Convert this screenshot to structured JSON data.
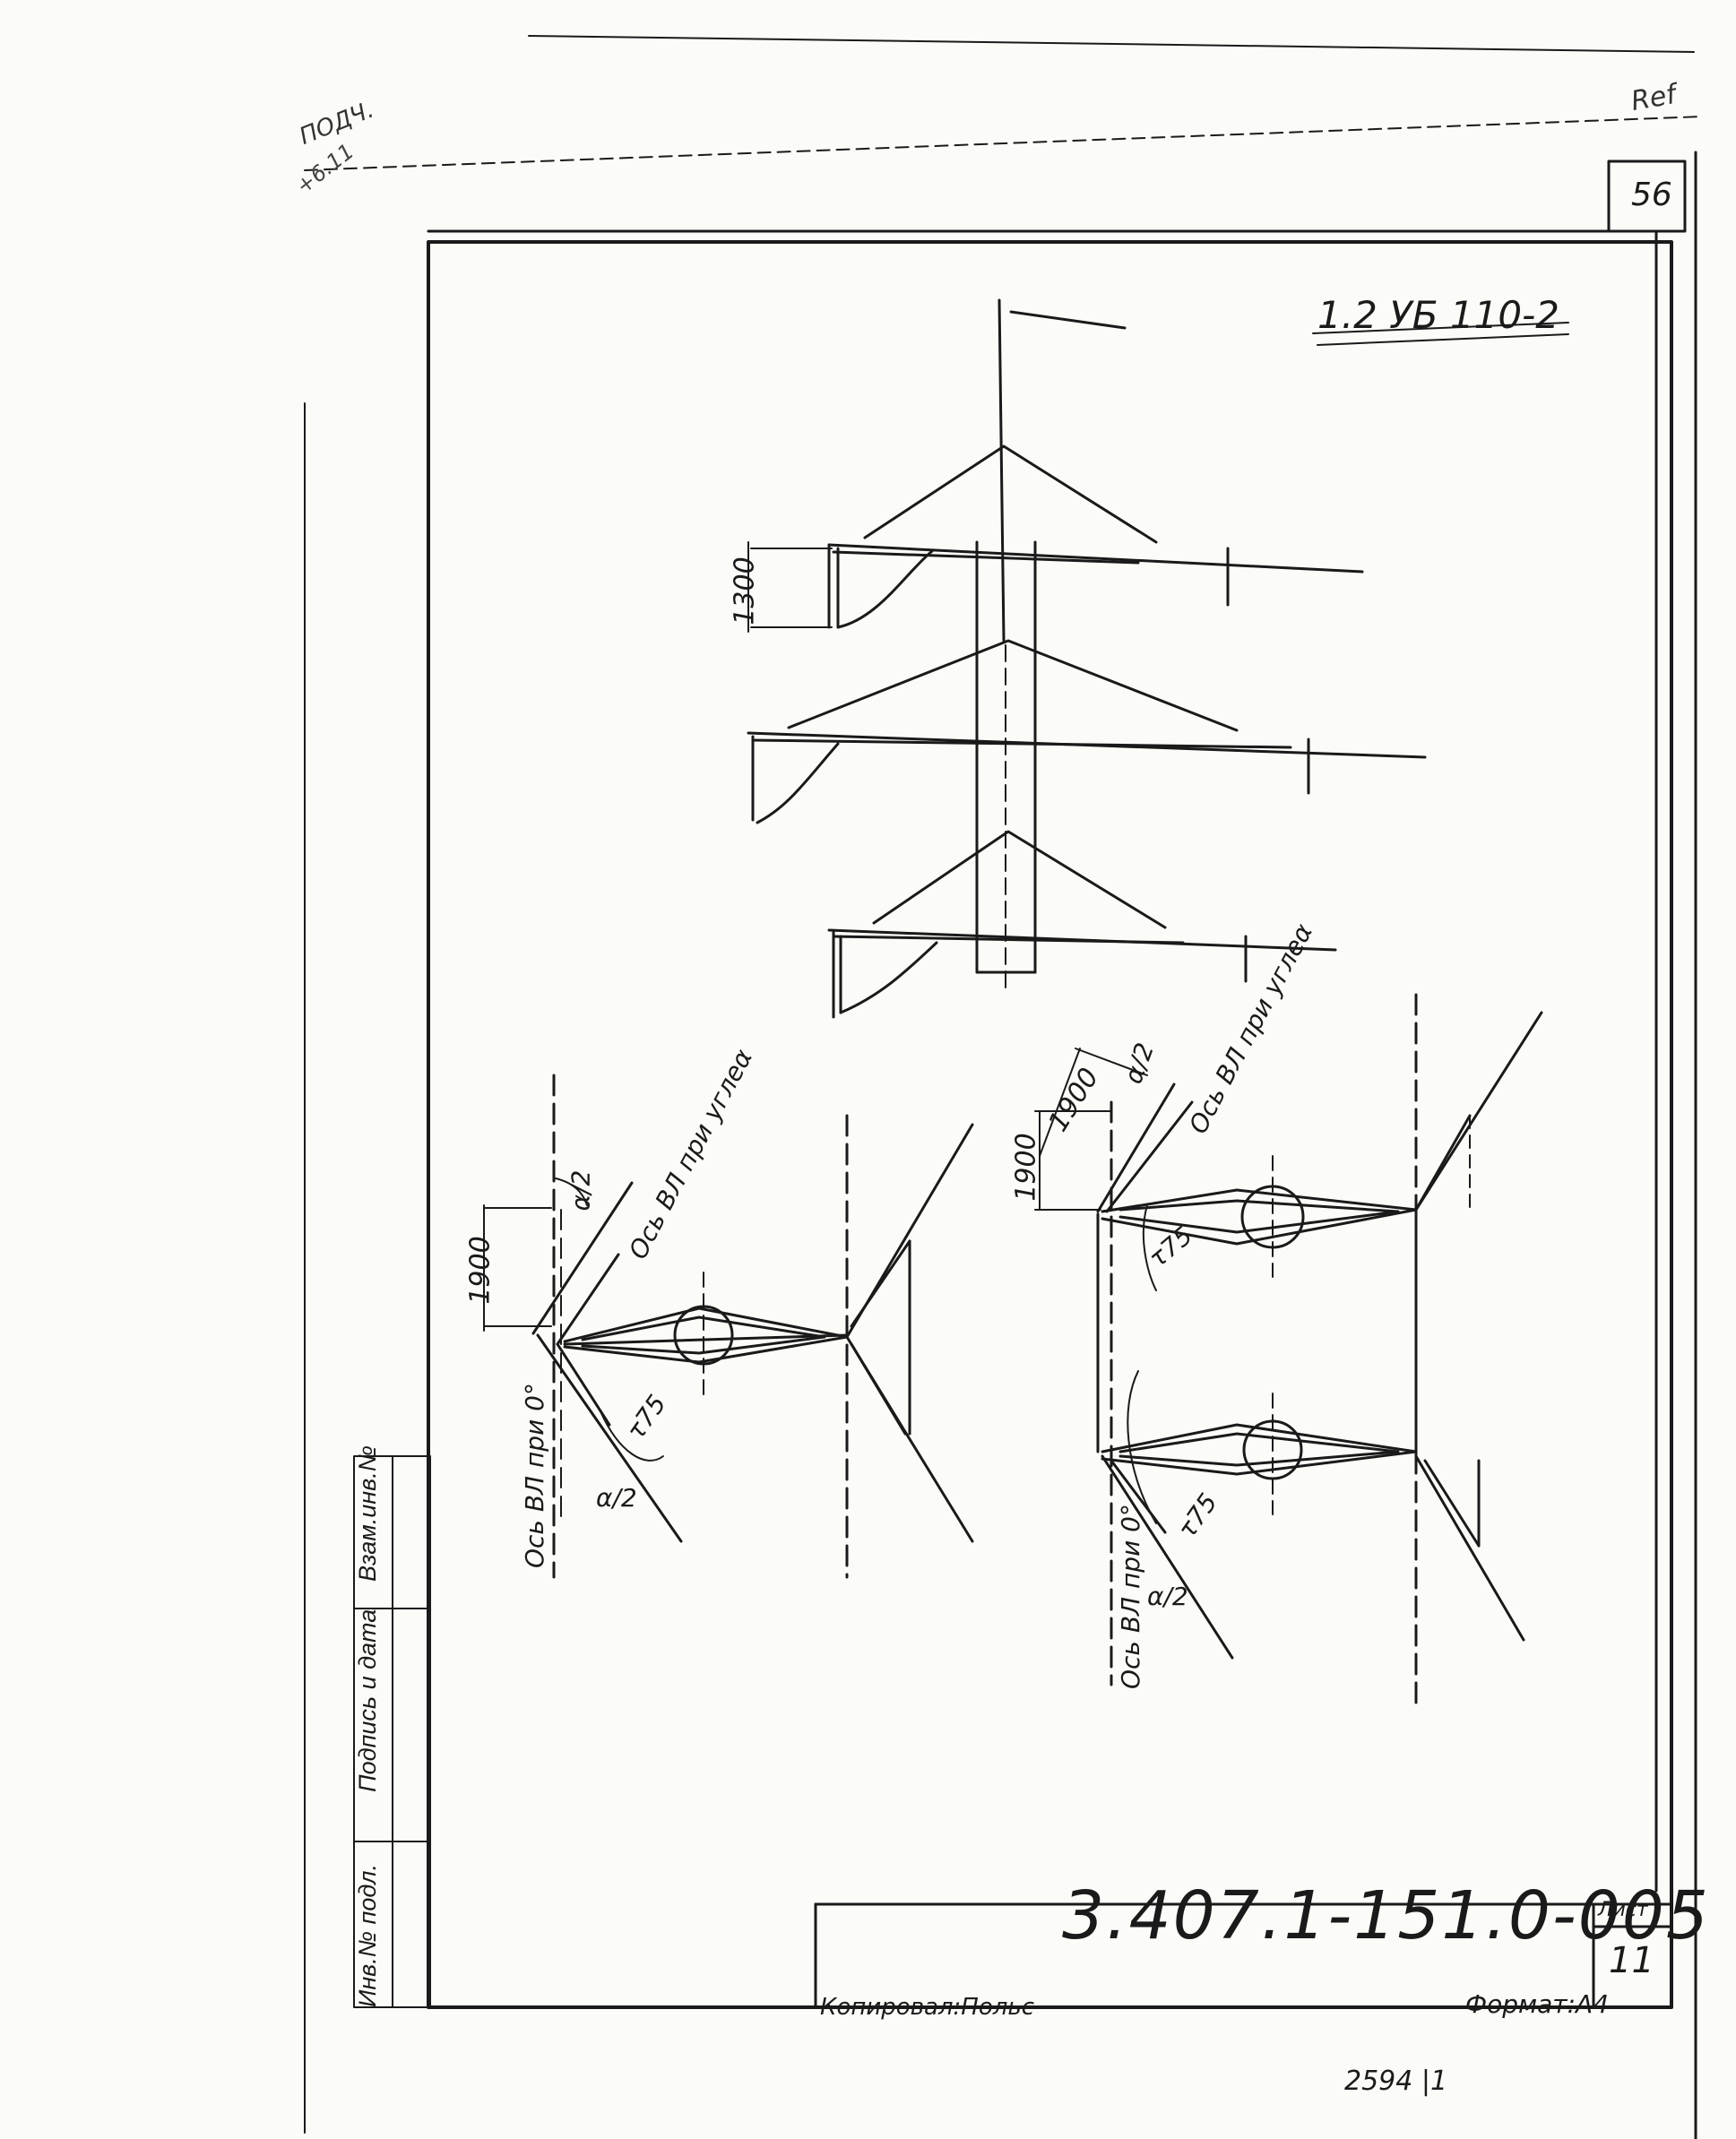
{
  "stamp": {
    "text": "ПОДЧ.",
    "text2": "+6.11",
    "ref": "Ref"
  },
  "header": {
    "page_number": "56",
    "drawing_code": "1.2 УБ 110-2"
  },
  "dimensions": {
    "dim_1300": "1300",
    "dim_1900": "1900"
  },
  "labels": {
    "axis_at_angle": "Ось ВЛ при углеα",
    "axis_at_zero": "Ось ВЛ при 0°",
    "half_angle": "α/2",
    "half_angle_top": "α/2",
    "tau": "τ75"
  },
  "side_stamp": {
    "cells": [
      "Инв.№ подл.",
      "Подпись и дата",
      "Взам.инв.№"
    ]
  },
  "title_block": {
    "doc_number": "3.407.1-151.0-005",
    "sheet_label": "Лист",
    "sheet_number": "11"
  },
  "footer": {
    "copied_by": "Копировал:Польс",
    "format": "Формат:А4",
    "archive_number": "2594 |1"
  }
}
